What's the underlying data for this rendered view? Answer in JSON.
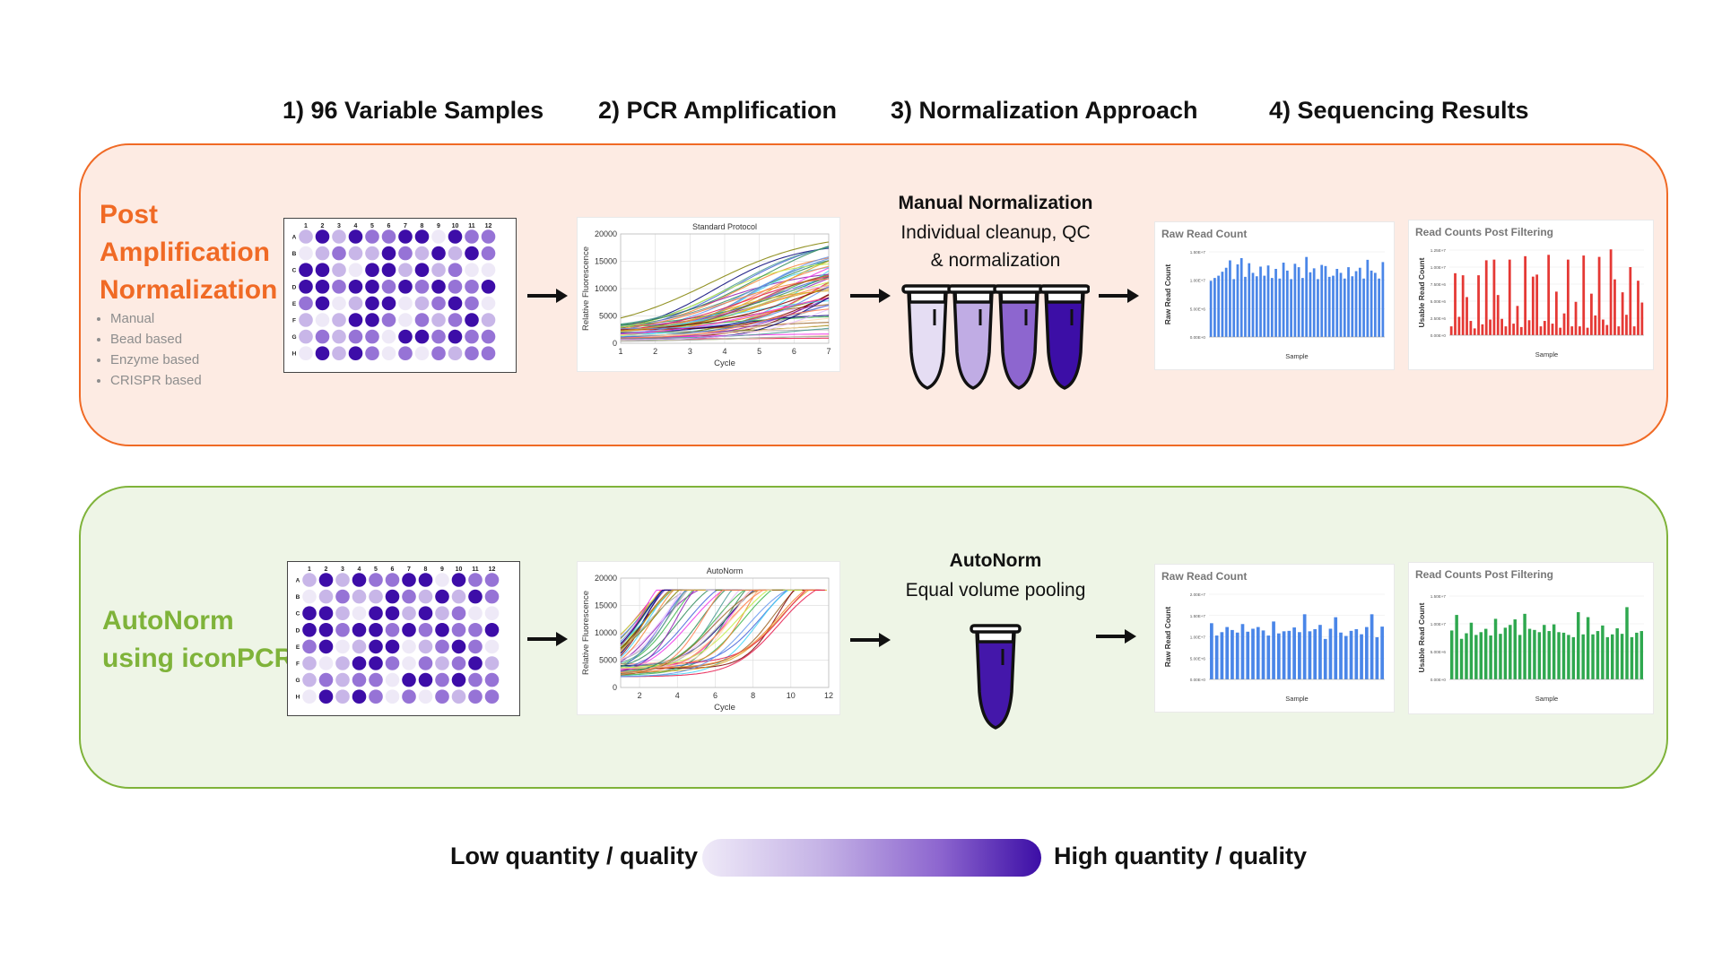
{
  "headers": {
    "step1": "1) 96 Variable Samples",
    "step2": "2) PCR Amplification",
    "step3": "3) Normalization Approach",
    "step4": "4) Sequencing Results"
  },
  "colors": {
    "top_accent": "#f06a25",
    "top_bg": "#fdebe3",
    "bottom_accent": "#7fb33a",
    "bottom_bg": "#eef5e6",
    "raw_bar": "#4a86e8",
    "filtered_red": "#e53935",
    "filtered_green": "#2fa84f",
    "well_levels": [
      "#eee9f7",
      "#c8b6e8",
      "#9673d6",
      "#3d0da8"
    ]
  },
  "top": {
    "title_lines": [
      "Post",
      "Amplification",
      "Normalization"
    ],
    "methods": [
      "Manual",
      "Bead based",
      "Enzyme based",
      "CRISPR based"
    ],
    "plate": {
      "columns": [
        "1",
        "2",
        "3",
        "4",
        "5",
        "6",
        "7",
        "8",
        "9",
        "10",
        "11",
        "12"
      ],
      "rows": [
        "A",
        "B",
        "C",
        "D",
        "E",
        "F",
        "G",
        "H"
      ]
    },
    "pcr": {
      "title": "Standard Protocol",
      "xlabel": "Cycle",
      "ylabel": "Relative Fluorescence",
      "x_ticks": [
        "1",
        "2",
        "3",
        "4",
        "5",
        "6",
        "7"
      ],
      "y_ticks": [
        "0",
        "5000",
        "10000",
        "15000",
        "20000"
      ]
    },
    "normalization": {
      "title": "Manual Normalization",
      "sub_lines": [
        "Individual cleanup, QC",
        "& normalization"
      ],
      "tube_levels": [
        0.08,
        0.38,
        0.7,
        1.0
      ]
    },
    "raw": {
      "title": "Raw Read Count",
      "ylabel": "Raw Read Count",
      "xlabel": "Sample",
      "y_ticks": [
        "0.00E+0",
        "5.00E+6",
        "1.00E+7",
        "1.50E+7"
      ]
    },
    "filtered": {
      "title": "Read Counts Post Filtering",
      "ylabel": "Usable Read Count",
      "xlabel": "Sample",
      "y_ticks": [
        "0.00E+0",
        "2.50E+6",
        "5.00E+6",
        "7.50E+6",
        "1.00E+7",
        "1.25E+7"
      ]
    }
  },
  "bottom": {
    "title_lines": [
      "AutoNorm",
      "using iconPCR"
    ],
    "plate": {
      "columns": [
        "1",
        "2",
        "3",
        "4",
        "5",
        "6",
        "7",
        "8",
        "9",
        "10",
        "11",
        "12"
      ],
      "rows": [
        "A",
        "B",
        "C",
        "D",
        "E",
        "F",
        "G",
        "H"
      ]
    },
    "pcr": {
      "title": "AutoNorm",
      "xlabel": "Cycle",
      "ylabel": "Relative Fluorescence",
      "x_ticks": [
        "2",
        "4",
        "6",
        "8",
        "10",
        "12"
      ],
      "y_ticks": [
        "0",
        "5000",
        "10000",
        "15000",
        "20000"
      ]
    },
    "normalization": {
      "title": "AutoNorm",
      "sub_lines": [
        "Equal volume pooling"
      ],
      "tube_levels": [
        0.97
      ]
    },
    "raw": {
      "title": "Raw Read Count",
      "ylabel": "Raw Read Count",
      "xlabel": "Sample",
      "y_ticks": [
        "0.00E+0",
        "5.00E+6",
        "1.00E+7",
        "1.50E+7",
        "2.00E+7"
      ]
    },
    "filtered": {
      "title": "Read Counts Post Filtering",
      "ylabel": "Usable Read Count",
      "xlabel": "Sample",
      "y_ticks": [
        "0.00E+0",
        "5.00E+6",
        "1.00E+7",
        "1.50E+7"
      ]
    }
  },
  "legend": {
    "low": "Low quantity / quality",
    "high": "High quantity / quality"
  },
  "chart_data": [
    {
      "type": "heatmap",
      "panel": "top-plate",
      "levels": [
        [
          1,
          3,
          1,
          3,
          2,
          2,
          3,
          3,
          0,
          3,
          2,
          2
        ],
        [
          0,
          1,
          2,
          1,
          1,
          3,
          2,
          1,
          3,
          1,
          3,
          2
        ],
        [
          3,
          3,
          1,
          0,
          3,
          3,
          1,
          3,
          1,
          2,
          0,
          0
        ],
        [
          3,
          3,
          2,
          3,
          3,
          2,
          3,
          2,
          3,
          2,
          2,
          3
        ],
        [
          2,
          3,
          0,
          1,
          3,
          3,
          0,
          1,
          2,
          3,
          2,
          0
        ],
        [
          1,
          0,
          1,
          3,
          3,
          2,
          0,
          2,
          1,
          2,
          3,
          1
        ],
        [
          1,
          2,
          1,
          2,
          2,
          0,
          3,
          3,
          2,
          3,
          2,
          2
        ],
        [
          0,
          3,
          1,
          3,
          2,
          0,
          2,
          0,
          2,
          1,
          2,
          2
        ]
      ]
    },
    {
      "type": "line",
      "panel": "top-pcr",
      "title": "Standard Protocol",
      "xlabel": "Cycle",
      "ylabel": "Relative Fluorescence",
      "xlim": [
        1,
        7
      ],
      "ylim": [
        0,
        20000
      ],
      "curve_count": 60,
      "curve_max_range": [
        200,
        19500
      ]
    },
    {
      "type": "line",
      "panel": "bottom-pcr",
      "title": "AutoNorm",
      "xlabel": "Cycle",
      "ylabel": "Relative Fluorescence",
      "xlim": [
        1,
        12
      ],
      "ylim": [
        0,
        20000
      ],
      "curve_count": 60,
      "curve_end_range": [
        2,
        12
      ]
    },
    {
      "type": "bar",
      "panel": "top-raw",
      "title": "Raw Read Count",
      "xlabel": "Sample",
      "ylabel": "Raw Read Count",
      "ylim": [
        0,
        15000000
      ],
      "values": [
        9900000,
        10400000,
        10800000,
        11500000,
        12200000,
        13500000,
        10200000,
        12800000,
        13900000,
        10600000,
        13000000,
        11300000,
        10700000,
        12400000,
        10800000,
        12600000,
        10400000,
        12000000,
        10300000,
        13100000,
        11700000,
        10200000,
        12900000,
        12300000,
        10400000,
        14100000,
        11400000,
        12100000,
        10200000,
        12700000,
        12500000,
        10600000,
        10800000,
        12000000,
        11300000,
        10300000,
        12300000,
        10700000,
        11600000,
        12200000,
        10300000,
        13600000,
        11700000,
        11300000,
        10300000,
        13200000
      ]
    },
    {
      "type": "bar",
      "panel": "top-filtered",
      "title": "Read Counts Post Filtering",
      "xlabel": "Sample",
      "ylabel": "Usable Read Count",
      "ylim": [
        0,
        12500000
      ],
      "values": [
        1300000,
        9100000,
        2700000,
        8800000,
        5600000,
        2100000,
        1000000,
        8800000,
        1600000,
        11000000,
        2300000,
        11100000,
        5900000,
        2400000,
        1300000,
        11100000,
        1700000,
        4300000,
        1200000,
        11600000,
        2200000,
        8600000,
        8900000,
        1300000,
        2100000,
        11800000,
        1700000,
        6400000,
        1100000,
        3200000,
        11100000,
        1300000,
        4900000,
        1300000,
        11700000,
        1100000,
        6100000,
        2900000,
        11500000,
        2300000,
        1500000,
        12600000,
        8200000,
        1300000,
        6300000,
        3000000,
        10000000,
        1300000,
        8000000,
        4800000
      ]
    },
    {
      "type": "bar",
      "panel": "bottom-raw",
      "title": "Raw Read Count",
      "xlabel": "Sample",
      "ylabel": "Raw Read Count",
      "ylim": [
        0,
        20000000
      ],
      "values": [
        13200000,
        10300000,
        11100000,
        12300000,
        11600000,
        11000000,
        13000000,
        11200000,
        11900000,
        12300000,
        11500000,
        10300000,
        13600000,
        10800000,
        11300000,
        11400000,
        12200000,
        11100000,
        15300000,
        11300000,
        11800000,
        12800000,
        9500000,
        11900000,
        14600000,
        11000000,
        10200000,
        11400000,
        11800000,
        10600000,
        12300000,
        15300000,
        9900000,
        12400000
      ]
    },
    {
      "type": "bar",
      "panel": "bottom-filtered",
      "title": "Read Counts Post Filtering",
      "xlabel": "Sample",
      "ylabel": "Usable Read Count",
      "ylim": [
        0,
        15000000
      ],
      "values": [
        8800000,
        11600000,
        7300000,
        8300000,
        10200000,
        8000000,
        8500000,
        9100000,
        7900000,
        10900000,
        8200000,
        9300000,
        9800000,
        10800000,
        8000000,
        11800000,
        9100000,
        8900000,
        8500000,
        9800000,
        8700000,
        9900000,
        8500000,
        8400000,
        8000000,
        7600000,
        12100000,
        8100000,
        11200000,
        8100000,
        8700000,
        9700000,
        7600000,
        8100000,
        9200000,
        8200000,
        13000000,
        7600000,
        8400000,
        8700000
      ]
    }
  ]
}
